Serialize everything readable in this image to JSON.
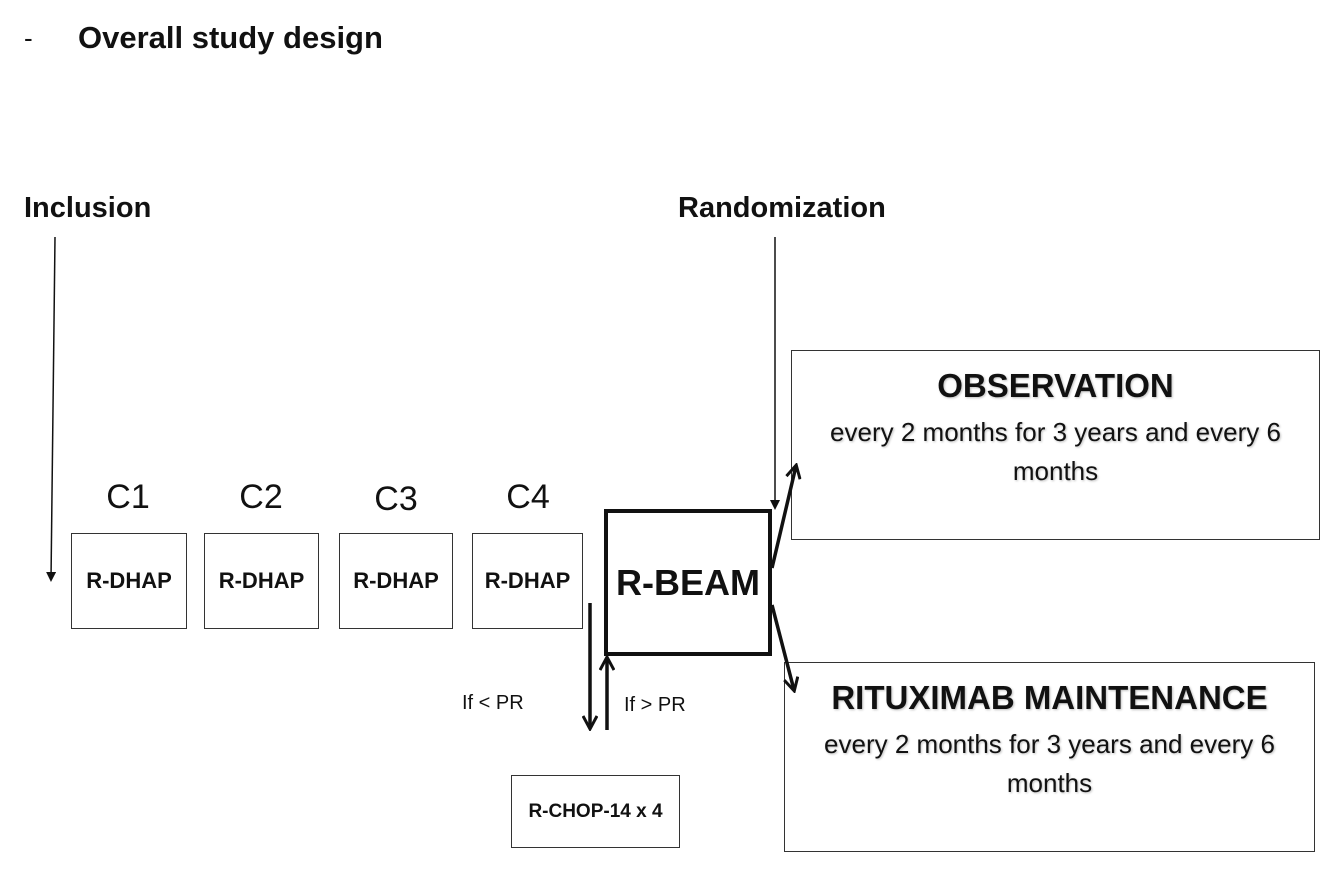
{
  "heading": {
    "bullet": "-",
    "title": "Overall study design"
  },
  "milestones": {
    "inclusion": "Inclusion",
    "randomization": "Randomization"
  },
  "cycles": [
    {
      "label": "C1",
      "treatment": "R-DHAP"
    },
    {
      "label": "C2",
      "treatment": "R-DHAP"
    },
    {
      "label": "C3",
      "treatment": "R-DHAP"
    },
    {
      "label": "C4",
      "treatment": "R-DHAP"
    }
  ],
  "consolidation": {
    "label": "R-BEAM"
  },
  "salvage": {
    "label": "R-CHOP-14 x 4",
    "condition_down": "If < PR",
    "condition_up": "If > PR"
  },
  "arms": [
    {
      "title": "OBSERVATION",
      "description": "every 2 months for 3 years and every 6 months"
    },
    {
      "title": "RITUXIMAB MAINTENANCE",
      "description": "every 2 months for 3 years and every 6 months"
    }
  ]
}
